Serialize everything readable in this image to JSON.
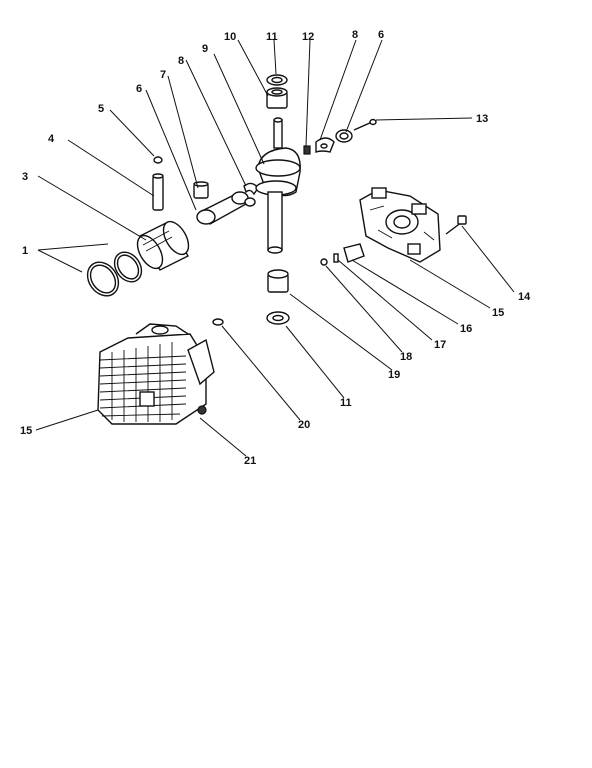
{
  "callouts": {
    "c1": "1",
    "c3": "3",
    "c4": "4",
    "c5": "5",
    "c6a": "6",
    "c7": "7",
    "c8a": "8",
    "c9": "9",
    "c10": "10",
    "c11a": "11",
    "c12": "12",
    "c8b": "8",
    "c6b": "6",
    "c13": "13",
    "c14": "14",
    "c15a": "15",
    "c16": "16",
    "c17": "17",
    "c18": "18",
    "c19": "19",
    "c11b": "11",
    "c20": "20",
    "c21": "21",
    "c15b": "15"
  }
}
